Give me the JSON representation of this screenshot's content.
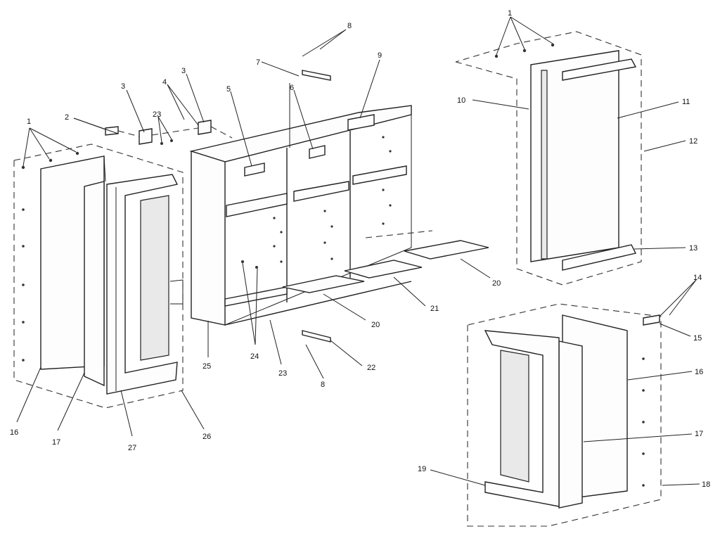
{
  "callouts": {
    "left_1": "1",
    "left_2": "2",
    "left_3a": "3",
    "left_3b": "3",
    "left_4": "4",
    "left_5": "5",
    "left_6": "6",
    "top_7": "7",
    "top_8": "8",
    "top_9": "9",
    "left_16": "16",
    "left_17": "17",
    "left_23": "23",
    "left_26": "26",
    "left_27": "27",
    "mid_20a": "20",
    "mid_20b": "20",
    "mid_21": "21",
    "mid_22": "22",
    "mid_8b": "8",
    "mid_23b": "23",
    "mid_24": "24",
    "mid_25": "25",
    "right_1": "1",
    "right_10": "10",
    "right_11": "11",
    "right_12": "12",
    "right_13": "13",
    "right_14": "14",
    "right_15": "15",
    "right_16": "16",
    "right_17": "17",
    "right_18": "18",
    "right_19": "19"
  }
}
